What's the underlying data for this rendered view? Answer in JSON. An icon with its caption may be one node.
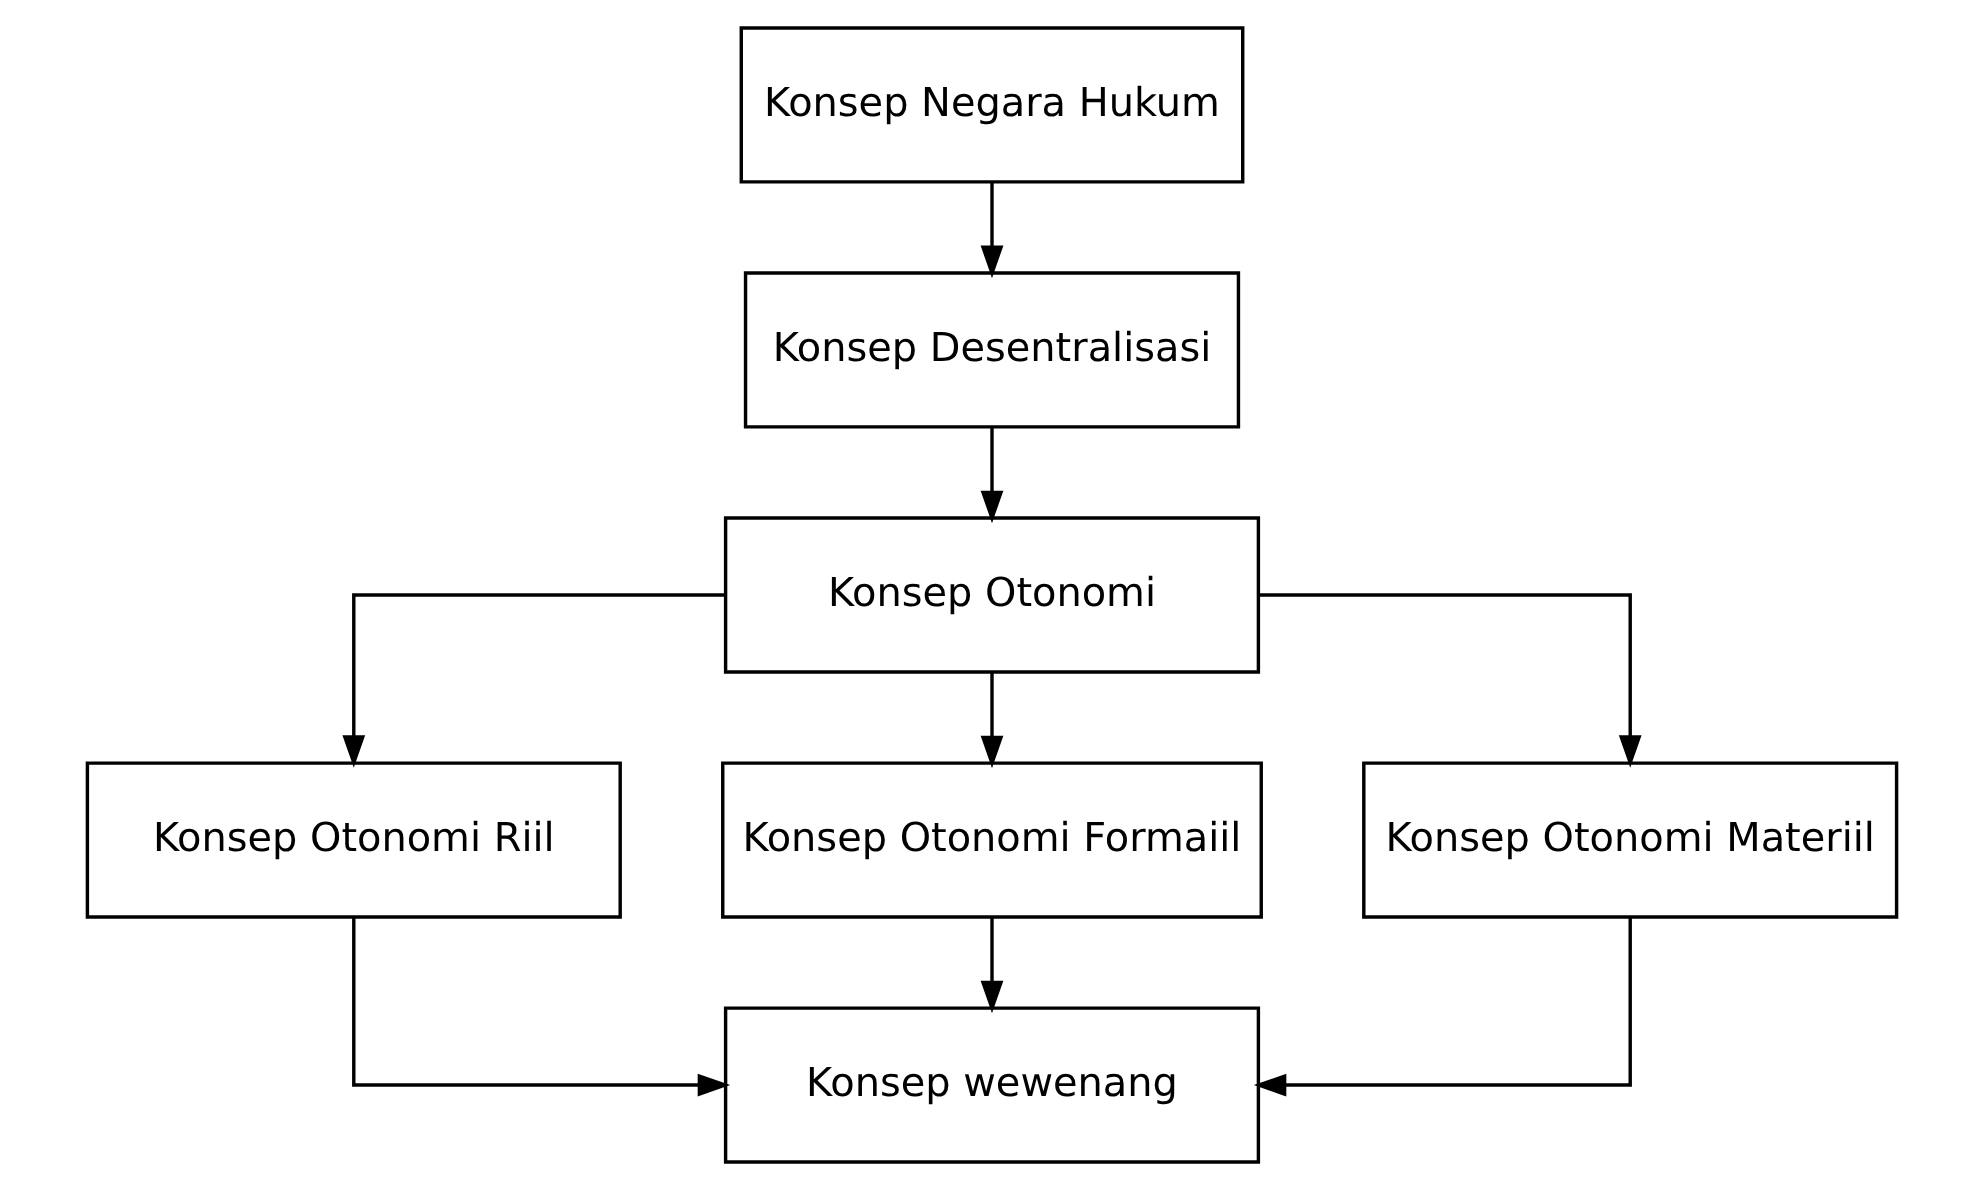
{
  "diagram": {
    "nodes": [
      {
        "text": [
          "Konsep Negara Hukum"
        ]
      },
      {
        "text": [
          "Konsep Desentralisasi"
        ]
      },
      {
        "text": [
          "Konsep Otonomi"
        ]
      },
      {
        "text": [
          "Konsep Otonomi Riil"
        ]
      },
      {
        "text": [
          "Konsep Otonomi Formaiil"
        ]
      },
      {
        "text": [
          "Konsep Otonomi Materiil"
        ]
      },
      {
        "text": [
          "Konsep wewenang"
        ]
      }
    ],
    "edges": [
      {
        "from": 0,
        "to": 1,
        "arrow": "to"
      },
      {
        "from": 1,
        "to": 2,
        "arrow": "to"
      },
      {
        "from": 2,
        "to": 3,
        "arrow": "to"
      },
      {
        "from": 2,
        "to": 4,
        "arrow": "to"
      },
      {
        "from": 2,
        "to": 5,
        "arrow": "to"
      },
      {
        "from": 3,
        "to": 6,
        "arrow": "to"
      },
      {
        "from": 4,
        "to": 6,
        "arrow": "to"
      },
      {
        "from": 5,
        "to": 6,
        "arrow": "to"
      }
    ]
  }
}
